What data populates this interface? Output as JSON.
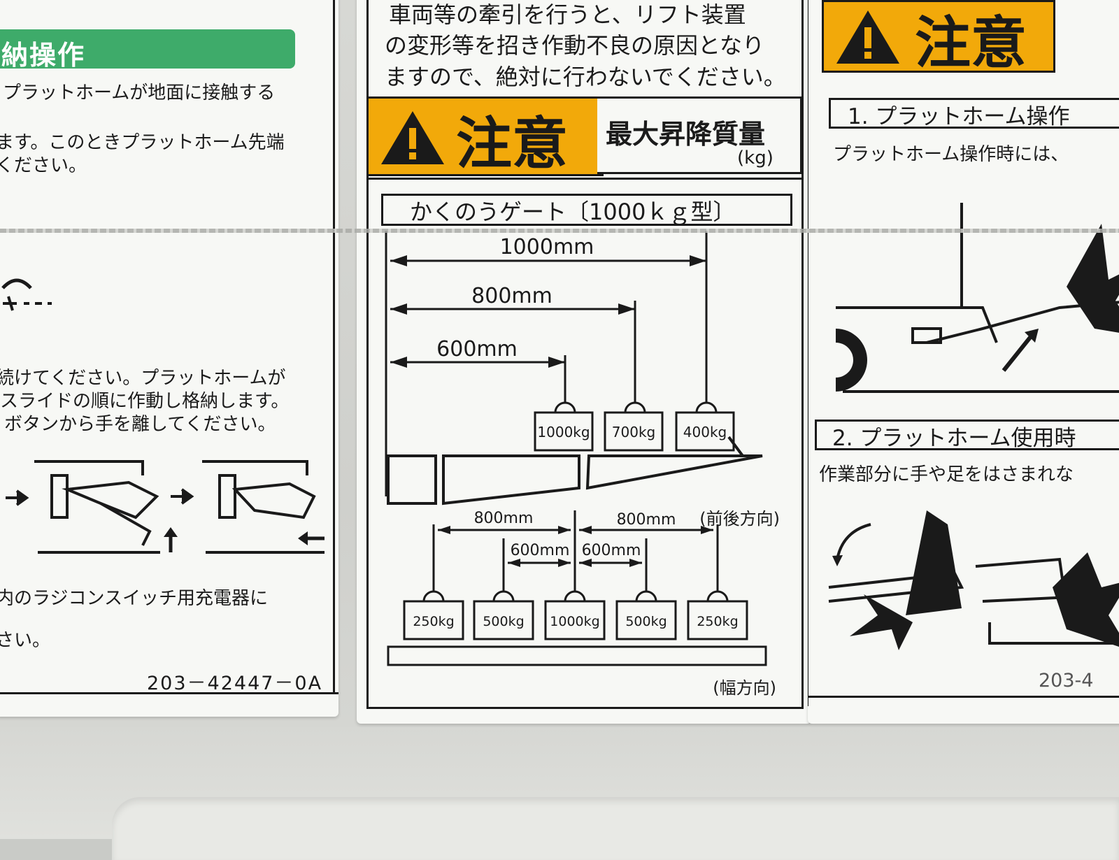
{
  "left_sticker": {
    "heading": "納操作",
    "line1": "プラットホームが地面に接触する",
    "line2": "ます。このときプラットホーム先端",
    "line3": "ください。",
    "line4": "続けてください。プラットホームが",
    "line5": "スライドの順に作動し格納します。",
    "line6": "ボタンから手を離してください。",
    "line7": "内のラジコンスイッチ用充電器に",
    "line8": "さい。",
    "part_number": "203－42447－0A"
  },
  "center_sticker": {
    "warning_line1": "車両等の牽引を行うと、リフト装置",
    "warning_line2": "の変形等を招き作動不良の原因となり",
    "warning_line3": "ますので、絶対に行わないでください。",
    "caution_word": "注意",
    "max_load_title": "最大昇降質量",
    "max_load_unit": "(kg)",
    "model_label": "かくのうゲート〔1000ｋｇ型〕",
    "front_rear": {
      "direction_label": "(前後方向)",
      "dims": [
        "1000mm",
        "800mm",
        "600mm"
      ],
      "weights": [
        "1000kg",
        "700kg",
        "400kg"
      ]
    },
    "width": {
      "direction_label": "(幅方向)",
      "dims": [
        "800mm",
        "800mm",
        "600mm",
        "600mm"
      ],
      "weights": [
        "250kg",
        "500kg",
        "1000kg",
        "500kg",
        "250kg"
      ]
    }
  },
  "right_sticker": {
    "caution_word": "注意",
    "section1_title": "1. プラットホーム操作",
    "section1_text": "プラットホーム操作時には、",
    "section2_title": "2. プラットホーム使用時",
    "section2_text": "作業部分に手や足をはさまれな",
    "part_number": "203-4"
  }
}
